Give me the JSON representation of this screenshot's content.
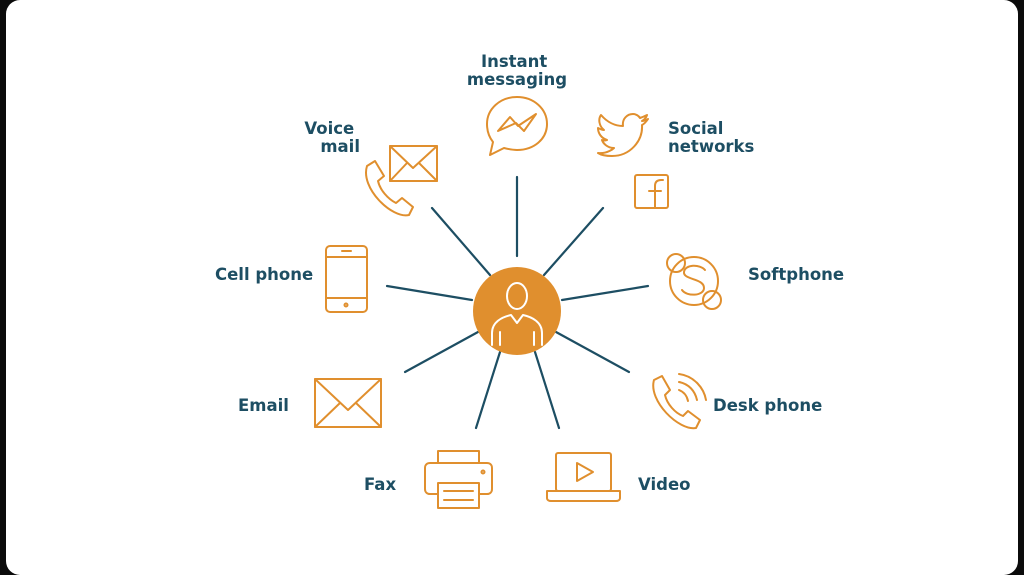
{
  "diagram": {
    "center": {
      "icon": "person-icon"
    },
    "nodes": [
      {
        "id": "instant-messaging",
        "lines": [
          "Instant",
          "messaging"
        ],
        "icon": "messenger-icon"
      },
      {
        "id": "social-networks",
        "lines": [
          "Social",
          "networks"
        ],
        "icon": [
          "twitter-icon",
          "facebook-icon"
        ]
      },
      {
        "id": "softphone",
        "lines": [
          "Softphone"
        ],
        "icon": "skype-icon"
      },
      {
        "id": "desk-phone",
        "lines": [
          "Desk phone"
        ],
        "icon": "phone-ringing-icon"
      },
      {
        "id": "video",
        "lines": [
          "Video"
        ],
        "icon": "laptop-video-icon"
      },
      {
        "id": "fax",
        "lines": [
          "Fax"
        ],
        "icon": "fax-printer-icon"
      },
      {
        "id": "email",
        "lines": [
          "Email"
        ],
        "icon": "envelope-icon"
      },
      {
        "id": "cell-phone",
        "lines": [
          "Cell phone"
        ],
        "icon": "smartphone-icon"
      },
      {
        "id": "voice-mail",
        "lines": [
          "Voice",
          "mail"
        ],
        "icon": [
          "handset-icon",
          "envelope-icon"
        ]
      }
    ],
    "colors": {
      "accent": "#e08f2e",
      "line": "#1d4e63",
      "text": "#1d4e63",
      "background": "#ffffff"
    }
  }
}
